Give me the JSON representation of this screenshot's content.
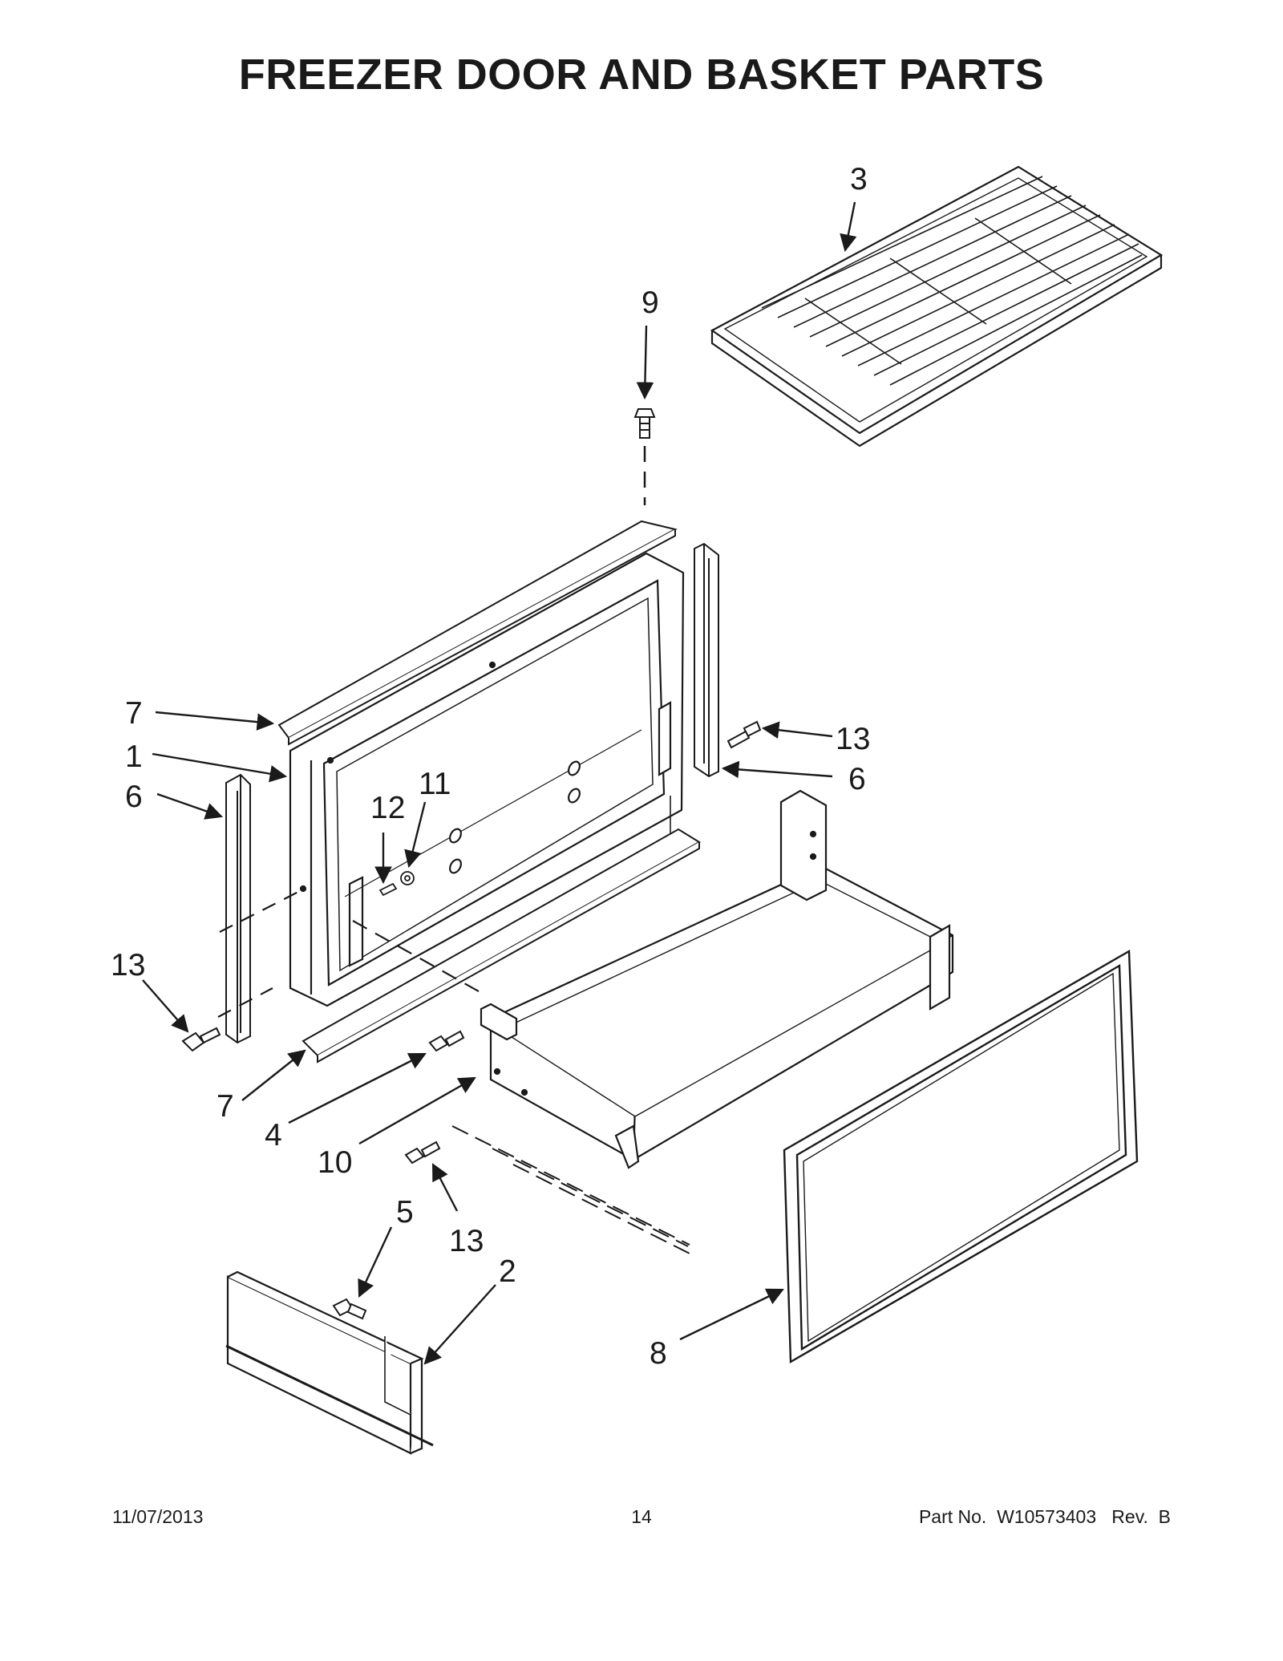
{
  "title": "FREEZER DOOR AND BASKET PARTS",
  "callouts": {
    "c1": "1",
    "c2": "2",
    "c3": "3",
    "c4": "4",
    "c5": "5",
    "c6_left": "6",
    "c6_right": "6",
    "c7_top": "7",
    "c7_bottom": "7",
    "c8": "8",
    "c9": "9",
    "c10": "10",
    "c11": "11",
    "c12": "12",
    "c13_upper_right": "13",
    "c13_left": "13",
    "c13_lower": "13"
  },
  "footer": {
    "date": "11/07/2013",
    "page_number": "14",
    "part_number": "Part No.  W10573403   Rev.  B"
  },
  "colors": {
    "ink": "#1a1a1a",
    "paper": "#ffffff"
  }
}
